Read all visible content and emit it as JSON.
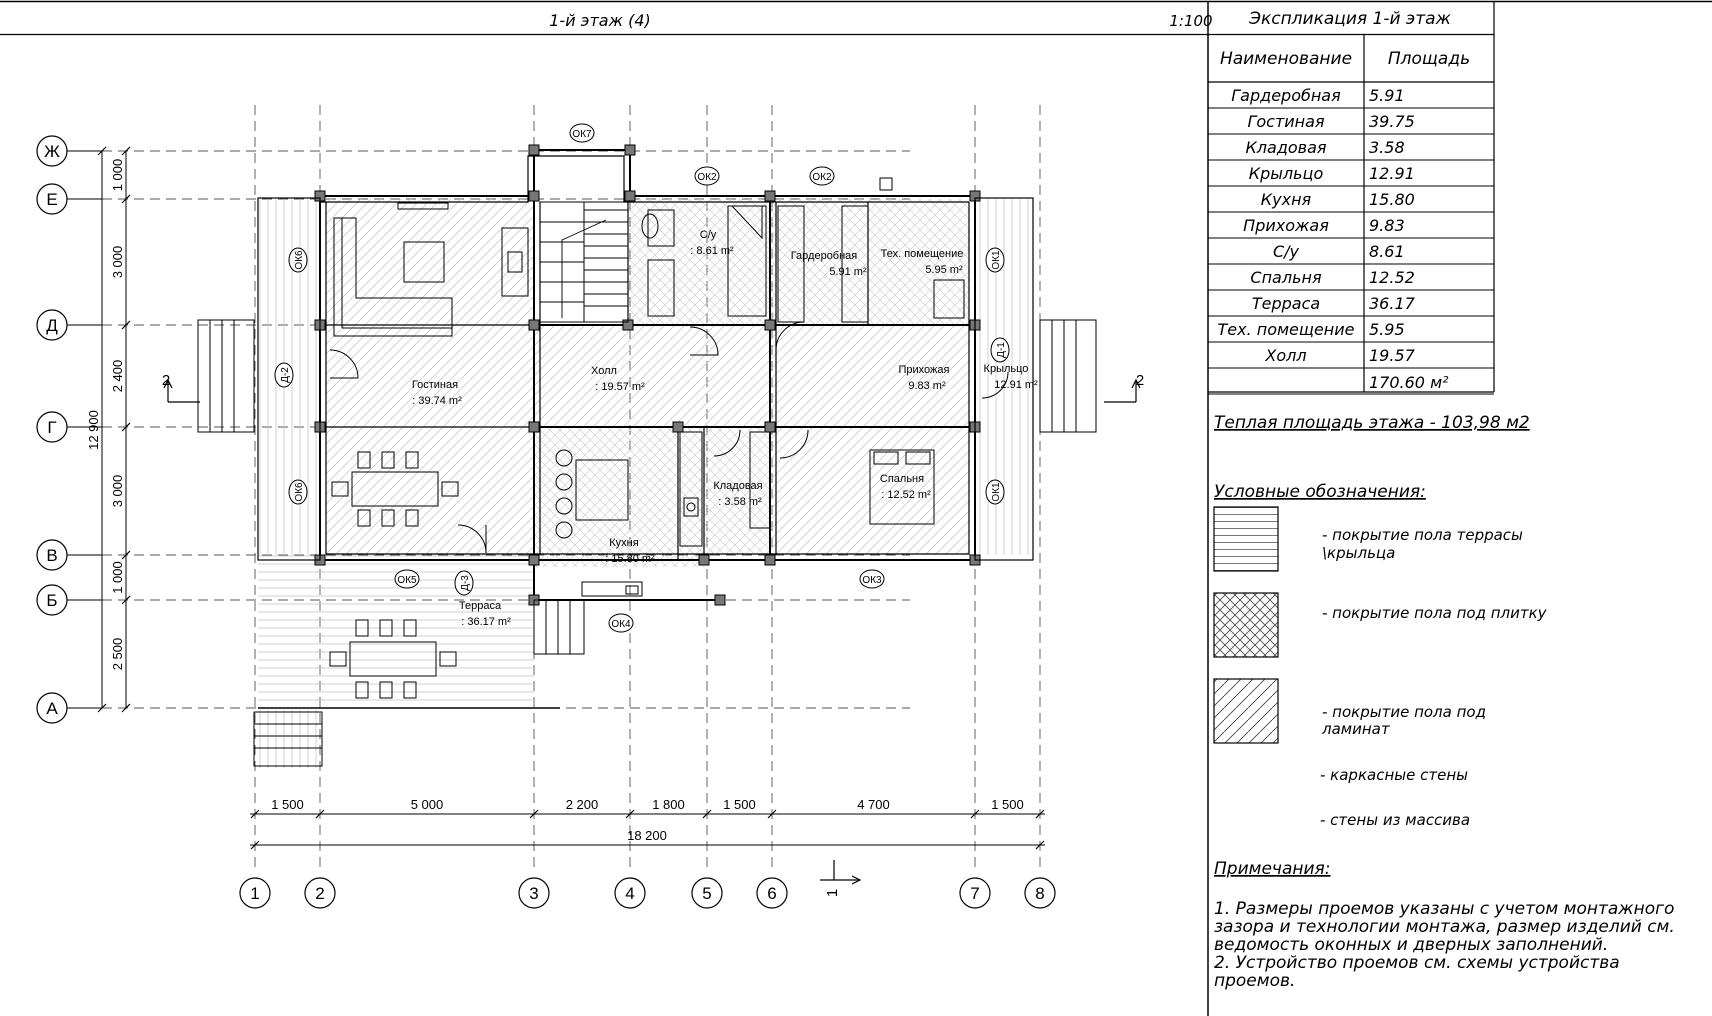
{
  "sheet": {
    "title": "1-й этаж (4)",
    "scale": "1:100"
  },
  "explication": {
    "title": "Экспликация 1-й этаж",
    "headers": [
      "Наименование",
      "Площадь"
    ],
    "rows": [
      {
        "name": "Гардеробная",
        "area": "5.91"
      },
      {
        "name": "Гостиная",
        "area": "39.75"
      },
      {
        "name": "Кладовая",
        "area": "3.58"
      },
      {
        "name": "Крыльцо",
        "area": "12.91"
      },
      {
        "name": "Кухня",
        "area": "15.80"
      },
      {
        "name": "Прихожая",
        "area": "9.83"
      },
      {
        "name": "С/у",
        "area": "8.61"
      },
      {
        "name": "Спальня",
        "area": "12.52"
      },
      {
        "name": "Терраса",
        "area": "36.17"
      },
      {
        "name": "Тех. помещение",
        "area": "5.95"
      },
      {
        "name": "Холл",
        "area": "19.57"
      }
    ],
    "total": "170.60 м²"
  },
  "warm_area": "Теплая площадь этажа - 103,98 м2",
  "legend": {
    "title": "Условные обозначения:",
    "items": [
      {
        "label_l1": "- покрытие пола террасы",
        "label_l2": "\\крыльца"
      },
      {
        "label_l1": "- покрытие пола под плитку",
        "label_l2": ""
      },
      {
        "label_l1": "- покрытие пола под",
        "label_l2": "ламинат"
      },
      {
        "label_l1": "- каркасные стены",
        "label_l2": ""
      },
      {
        "label_l1": "- стены из массива",
        "label_l2": ""
      }
    ]
  },
  "notes": {
    "title": "Примечания:",
    "lines": [
      "1. Размеры проемов указаны с учетом монтажного",
      "зазора и технологии монтажа, размер изделий см.",
      "ведомость оконных и дверных заполнений.",
      "2. Устройство проемов см. схемы устройства",
      "проемов."
    ]
  },
  "plan": {
    "axes_letters": [
      "Ж",
      "Е",
      "Д",
      "Г",
      "В",
      "Б",
      "А"
    ],
    "axes_numbers": [
      "1",
      "2",
      "3",
      "4",
      "5",
      "6",
      "7",
      "8"
    ],
    "vertical_dims": [
      "1 000",
      "3 000",
      "2 400",
      "3 000",
      "1 000",
      "2 500"
    ],
    "vertical_total": "12 900",
    "horizontal_dims": [
      "1 500",
      "5 000",
      "2 200",
      "1 800",
      "1 500",
      "4 700",
      "1 500"
    ],
    "horizontal_total": "18 200",
    "section_mark": "2",
    "section_mark_bottom": "1",
    "rooms": [
      {
        "name": "Гостиная",
        "area": ": 39.74 m²"
      },
      {
        "name": "Холл",
        "area": ": 19.57 m²"
      },
      {
        "name": "С/у",
        "area": ": 8.61 m²"
      },
      {
        "name": "Гардеробная",
        "area": "5.91 m²"
      },
      {
        "name": "Тех. помещение",
        "area": "5.95 m²"
      },
      {
        "name": "Прихожая",
        "area": "9.83 m²"
      },
      {
        "name": "Крыльцо",
        "area": "12.91 m²"
      },
      {
        "name": "Кухня",
        "area": ": 15.80 m²"
      },
      {
        "name": "Кладовая",
        "area": ": 3.58 m²"
      },
      {
        "name": "Спальня",
        "area": ": 12.52 m²"
      },
      {
        "name": "Терраса",
        "area": ": 36.17 m²"
      }
    ],
    "tags": [
      "ОК7",
      "ОК2",
      "ОК2",
      "ОК6",
      "ОК1",
      "Д-2",
      "Д-1",
      "ОК6",
      "ОК1",
      "ОК5",
      "Д-3",
      "ОК3",
      "ОК4"
    ]
  }
}
